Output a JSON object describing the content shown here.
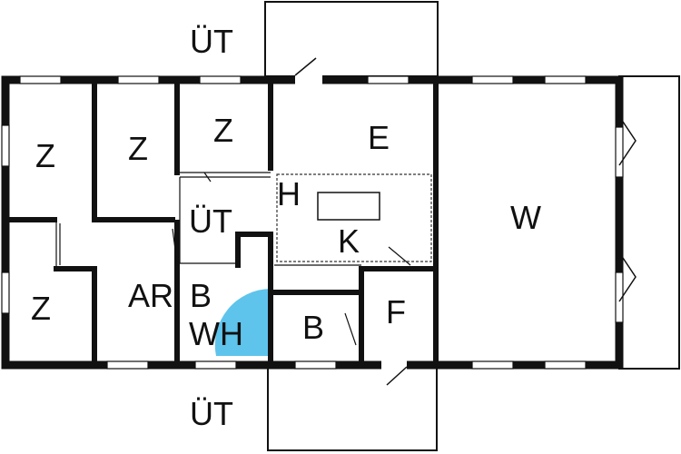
{
  "floor_plan": {
    "bathtub_color": "#5ec4ec",
    "wall_color": "#111111",
    "labels": {
      "ut_top": "ÜT",
      "ut_bottom": "ÜT",
      "ut_middle": "ÜT",
      "z_1": "Z",
      "z_2": "Z",
      "z_3": "Z",
      "z_4": "Z",
      "e": "E",
      "h": "H",
      "k": "K",
      "w": "W",
      "ar": "AR",
      "b_1": "B",
      "wh": "WH",
      "b_2": "B",
      "f": "F"
    }
  }
}
